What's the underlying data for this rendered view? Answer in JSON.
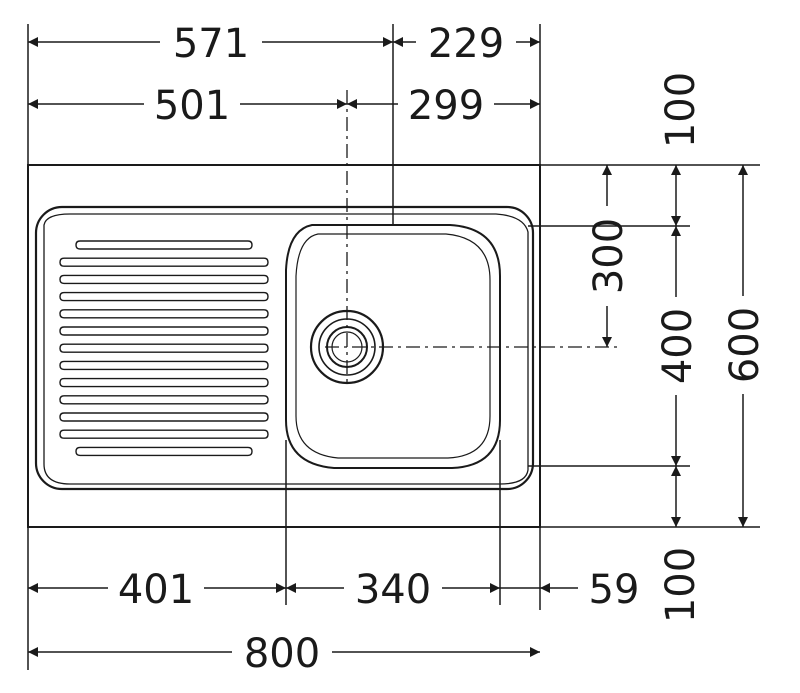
{
  "colors": {
    "ink": "#1a1a1a",
    "background": "#ffffff"
  },
  "dimensions": {
    "top_left_outer": "571",
    "top_right_outer": "229",
    "top_left_inner": "501",
    "top_right_inner": "299",
    "right_margin_top": "100",
    "bowl_to_drain": "300",
    "bowl_height": "400",
    "overall_depth": "600",
    "right_margin_bottom": "100",
    "bottom_drainer": "401",
    "bottom_bowl": "340",
    "bottom_right": "59",
    "overall_width": "800"
  }
}
